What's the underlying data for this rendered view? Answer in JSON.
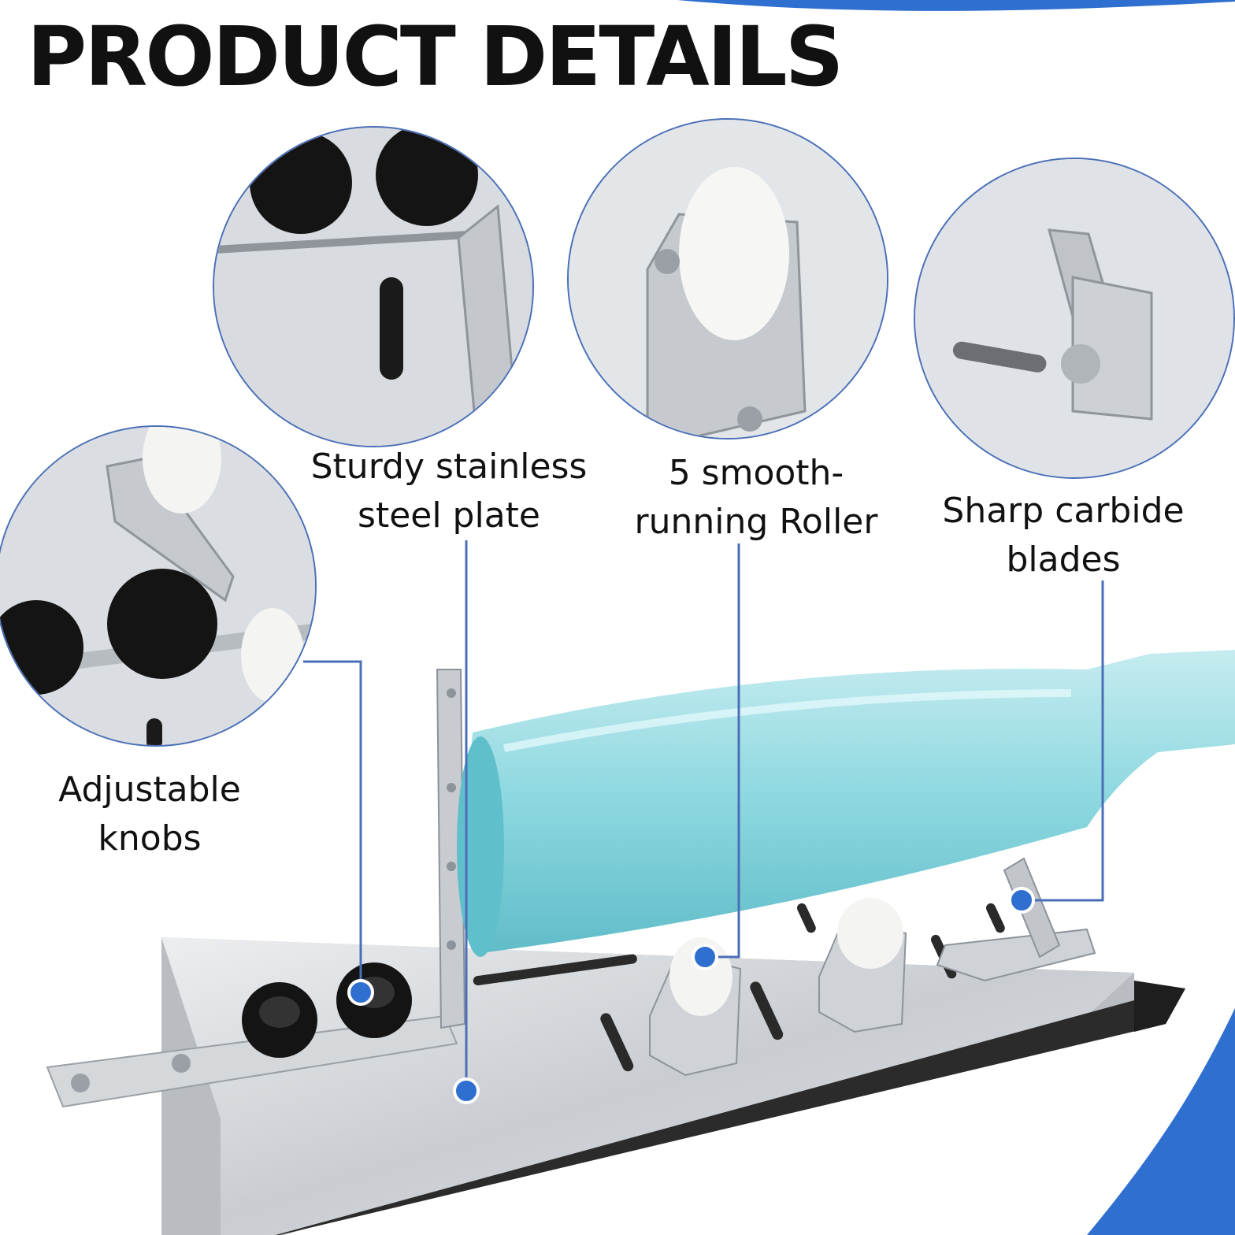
{
  "header": {
    "title": "PRODUCT DETAILS"
  },
  "callouts": [
    {
      "id": "plate",
      "lines": [
        "Sturdy stainless",
        "steel plate"
      ]
    },
    {
      "id": "roller",
      "lines": [
        "5 smooth-",
        "running Roller"
      ]
    },
    {
      "id": "blade",
      "lines": [
        "Sharp carbide",
        "blades"
      ]
    },
    {
      "id": "knobs",
      "lines": [
        "Adjustable",
        "knobs"
      ]
    }
  ],
  "images": {
    "main": "bottle-cutter-with-green-bottle",
    "detail_knobs_top": "knobs-and-plate-closeup",
    "detail_roller": "roller-closeup",
    "detail_blade": "blade-closeup",
    "detail_knobs_side": "knobs-side-closeup"
  },
  "colors": {
    "accent": "#2f6fd0",
    "leader": "#4a6fb8",
    "text": "#111111",
    "bottle": "#7fd3dc"
  }
}
